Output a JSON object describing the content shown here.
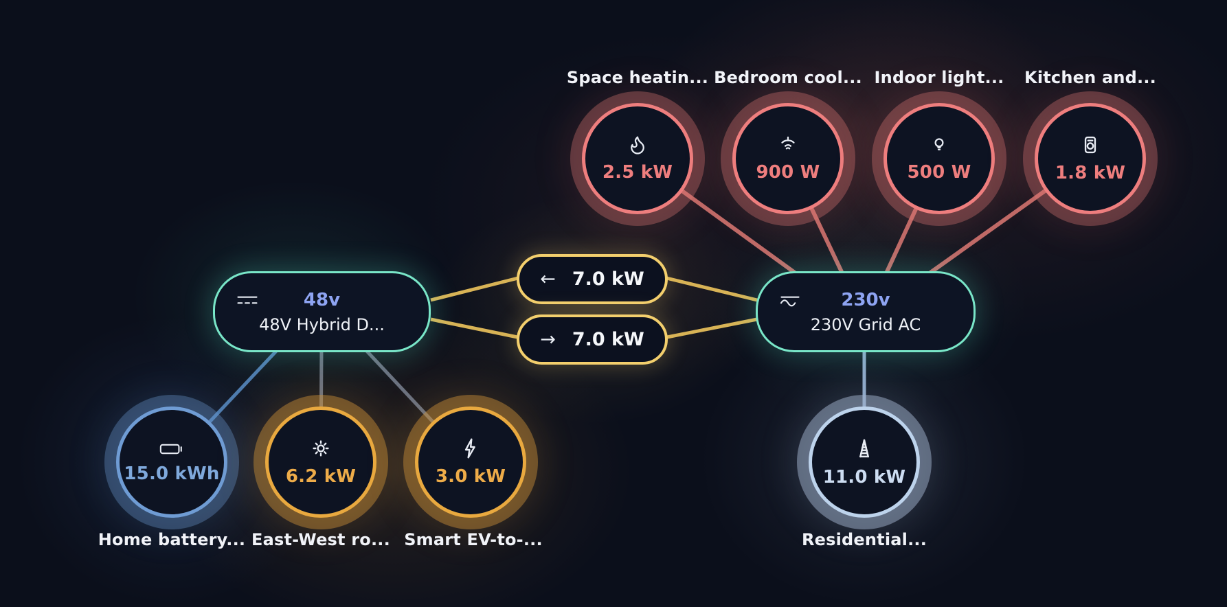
{
  "colors": {
    "background": "#0b0f1b",
    "load_accent": "#ee7e7e",
    "bus_border": "#79e6c8",
    "voltage_text": "#8ea4f2",
    "link_accent": "#f3cf6d",
    "battery_accent": "#6f9cd4",
    "solar_accent": "#e9a93f",
    "grid_load_accent": "#bdd3ec"
  },
  "loads": [
    {
      "label": "Space heatin...",
      "value": "2.5 kW",
      "icon": "flame-icon"
    },
    {
      "label": "Bedroom cool...",
      "value": "900 W",
      "icon": "ceiling-fan-icon"
    },
    {
      "label": "Indoor light...",
      "value": "500 W",
      "icon": "light-bulb-icon"
    },
    {
      "label": "Kitchen and...",
      "value": "1.8 kW",
      "icon": "appliance-icon"
    }
  ],
  "buses": {
    "dc": {
      "voltage": "48v",
      "name": "48V Hybrid D...",
      "icon": "dc-current-icon"
    },
    "ac": {
      "voltage": "230v",
      "name": "230V Grid AC",
      "icon": "ac-current-icon"
    }
  },
  "links": [
    {
      "arrow": "←",
      "value": "7.0 kW",
      "direction": "ac-to-dc"
    },
    {
      "arrow": "→",
      "value": "7.0 kW",
      "direction": "dc-to-ac"
    }
  ],
  "sources": [
    {
      "label": "Home battery...",
      "value": "15.0 kWh",
      "icon": "battery-icon"
    },
    {
      "label": "East-West ro...",
      "value": "6.2 kW",
      "icon": "sun-icon"
    },
    {
      "label": "Smart EV-to-...",
      "value": "3.0 kW",
      "icon": "lightning-bolt-icon"
    }
  ],
  "grid_load": {
    "label": "Residential...",
    "value": "11.0 kW",
    "icon": "transmission-tower-icon"
  }
}
